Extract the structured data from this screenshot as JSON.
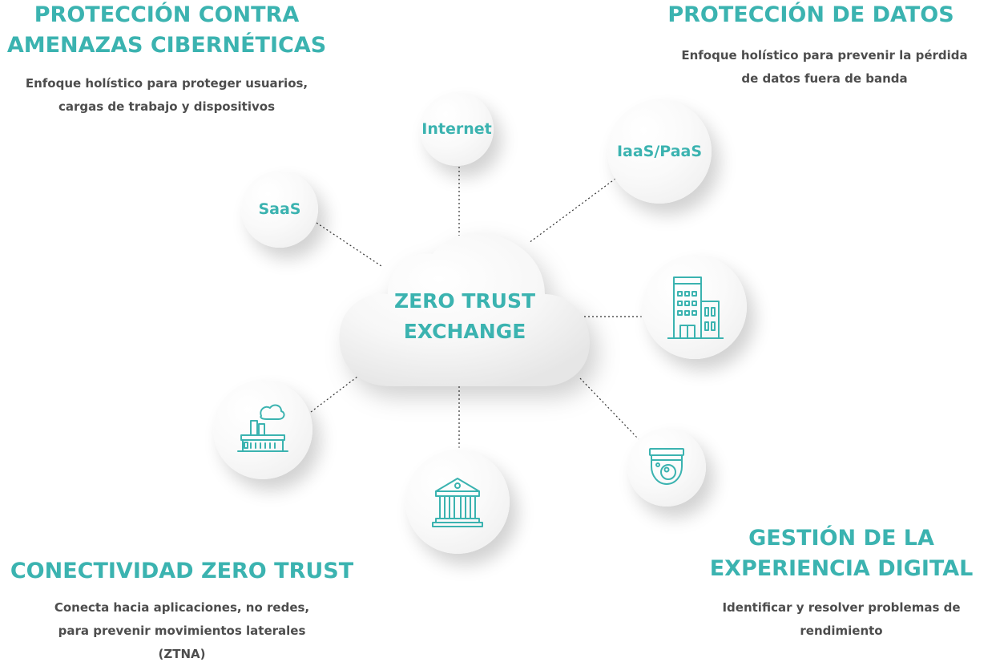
{
  "sections": {
    "threat": {
      "title_lines": [
        "PROTECCIÓN CONTRA",
        "AMENAZAS CIBERNÉTICAS"
      ],
      "desc_lines": [
        "Enfoque holístico para proteger usuarios,",
        "cargas de trabajo y dispositivos"
      ]
    },
    "data": {
      "title_lines": [
        "PROTECCIÓN DE DATOS"
      ],
      "desc_lines": [
        "Enfoque holístico para prevenir la pérdida",
        "de datos fuera de banda"
      ]
    },
    "connectivity": {
      "title_lines": [
        "CONECTIVIDAD ZERO TRUST"
      ],
      "desc_lines": [
        "Conecta hacia aplicaciones, no redes,",
        "para prevenir movimientos laterales",
        "(ZTNA)"
      ]
    },
    "experience": {
      "title_lines": [
        "GESTIÓN DE LA",
        "EXPERIENCIA DIGITAL"
      ],
      "desc_lines": [
        "Identificar y resolver problemas de",
        "rendimiento"
      ]
    }
  },
  "hub": {
    "title_lines": [
      "ZERO TRUST",
      "EXCHANGE"
    ]
  },
  "nodes": {
    "internet": {
      "label": "Internet"
    },
    "iaas": {
      "label": "IaaS/PaaS"
    },
    "saas": {
      "label": "SaaS"
    },
    "office": {
      "icon": "office-building-icon"
    },
    "factory": {
      "icon": "factory-icon"
    },
    "bank": {
      "icon": "bank-building-icon"
    },
    "camera": {
      "icon": "security-camera-icon"
    }
  },
  "colors": {
    "accent": "#3bb3b0",
    "text": "#4d4d4d"
  }
}
